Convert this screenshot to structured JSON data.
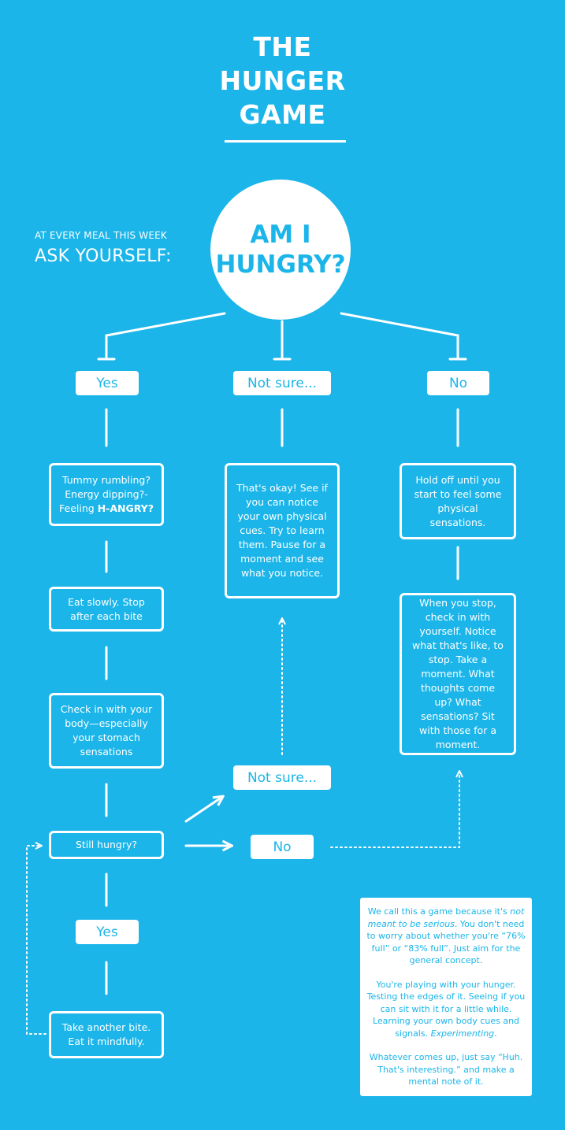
{
  "title": {
    "line1": "THE",
    "line2": "HUNGER",
    "line3": "GAME"
  },
  "prompt": {
    "small": "AT EVERY MEAL THIS WEEK",
    "big": "ASK YOURSELF:"
  },
  "question": {
    "line1": "AM I",
    "line2": "HUNGRY?"
  },
  "branches": {
    "yes": "Yes",
    "not_sure": "Not sure...",
    "no": "No"
  },
  "yes_path": {
    "step1": {
      "line1": "Tummy rumbling?",
      "line2": "Energy dipping?-",
      "line3_prefix": "Feeling ",
      "line3_bold": "H-ANGRY?"
    },
    "step2": "Eat slowly. Stop after each bite",
    "step3": "Check in with your body—especially your stomach sensations",
    "step4": "Still hungry?",
    "step5": "Take another bite. Eat it mindfully."
  },
  "still_hungry_answers": {
    "yes": "Yes",
    "not_sure": "Not sure...",
    "no": "No"
  },
  "not_sure_path": {
    "step1": "That's okay! See if you can notice your own physical cues. Try to learn them. Pause for a moment and see what you notice."
  },
  "no_path": {
    "step1": "Hold off until you start to feel some physical sensations.",
    "step2": "When you stop, check in with yourself. Notice what that's like, to stop. Take a moment. What thoughts come up? What sensations? Sit with those for a moment."
  },
  "note": {
    "p1_before": "We call this a game because it's ",
    "p1_italic": "not meant to be serious",
    "p1_after": ". You don't need to worry about whether you're “76% full” or “83% full”. Just aim for the general concept.",
    "p2_before": "You're playing with your hunger. Testing the edges of it. Seeing if you can sit with it for a little while. Learning your own body cues and signals. ",
    "p2_italic": "Experimenting",
    "p2_after": ".",
    "p3": "Whatever comes up, just say “Huh. That's interesting.” and make a mental note of it."
  },
  "colors": {
    "background": "#1bb5e9",
    "foreground": "#ffffff"
  }
}
